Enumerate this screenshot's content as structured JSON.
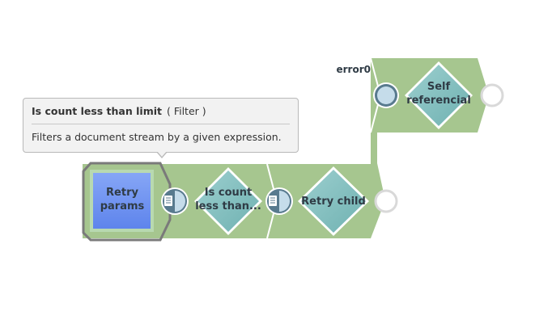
{
  "pipeline": {
    "snaps": [
      {
        "label_line1": "Retry",
        "label_line2": "params"
      },
      {
        "label_line1": "Is count",
        "label_line2": "less than..."
      },
      {
        "label_line1": "Retry child",
        "label_line2": ""
      },
      {
        "label_line1": "Self",
        "label_line2": "referencial"
      }
    ],
    "error_view_label": "error0"
  },
  "tooltip": {
    "title": "Is count less than limit",
    "type": "( Filter )",
    "description": "Filters a document stream by a given expression."
  },
  "colors": {
    "pipeline_green": "#a6c68f",
    "diamond_teal": "#7fbcbc",
    "snap_blue": "#6b8ff0",
    "port_dark": "#587a8e",
    "port_light": "#c5dcea"
  }
}
